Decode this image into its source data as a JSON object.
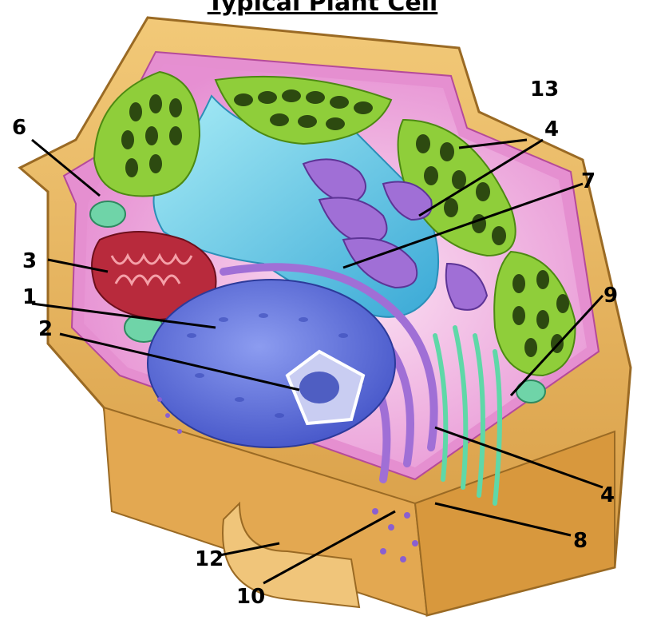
{
  "title": "Typical Plant Cell",
  "labels": [
    "1",
    "2",
    "3",
    "4",
    "4",
    "6",
    "7",
    "8",
    "9",
    "10",
    "12",
    "13"
  ],
  "colors": {
    "wall": "#e9b65a",
    "wall_dark": "#c98d35",
    "membrane": "#e58fd0",
    "cytoplasm": "#f2b9e4",
    "chloroplast": "#8fce3a",
    "vacuole": "#7fd6ea",
    "nucleus": "#6f7fe0",
    "mitochondrion": "#b82a3c",
    "er_golgi": "#a06fd6",
    "microtubule": "#5fd8a8"
  }
}
